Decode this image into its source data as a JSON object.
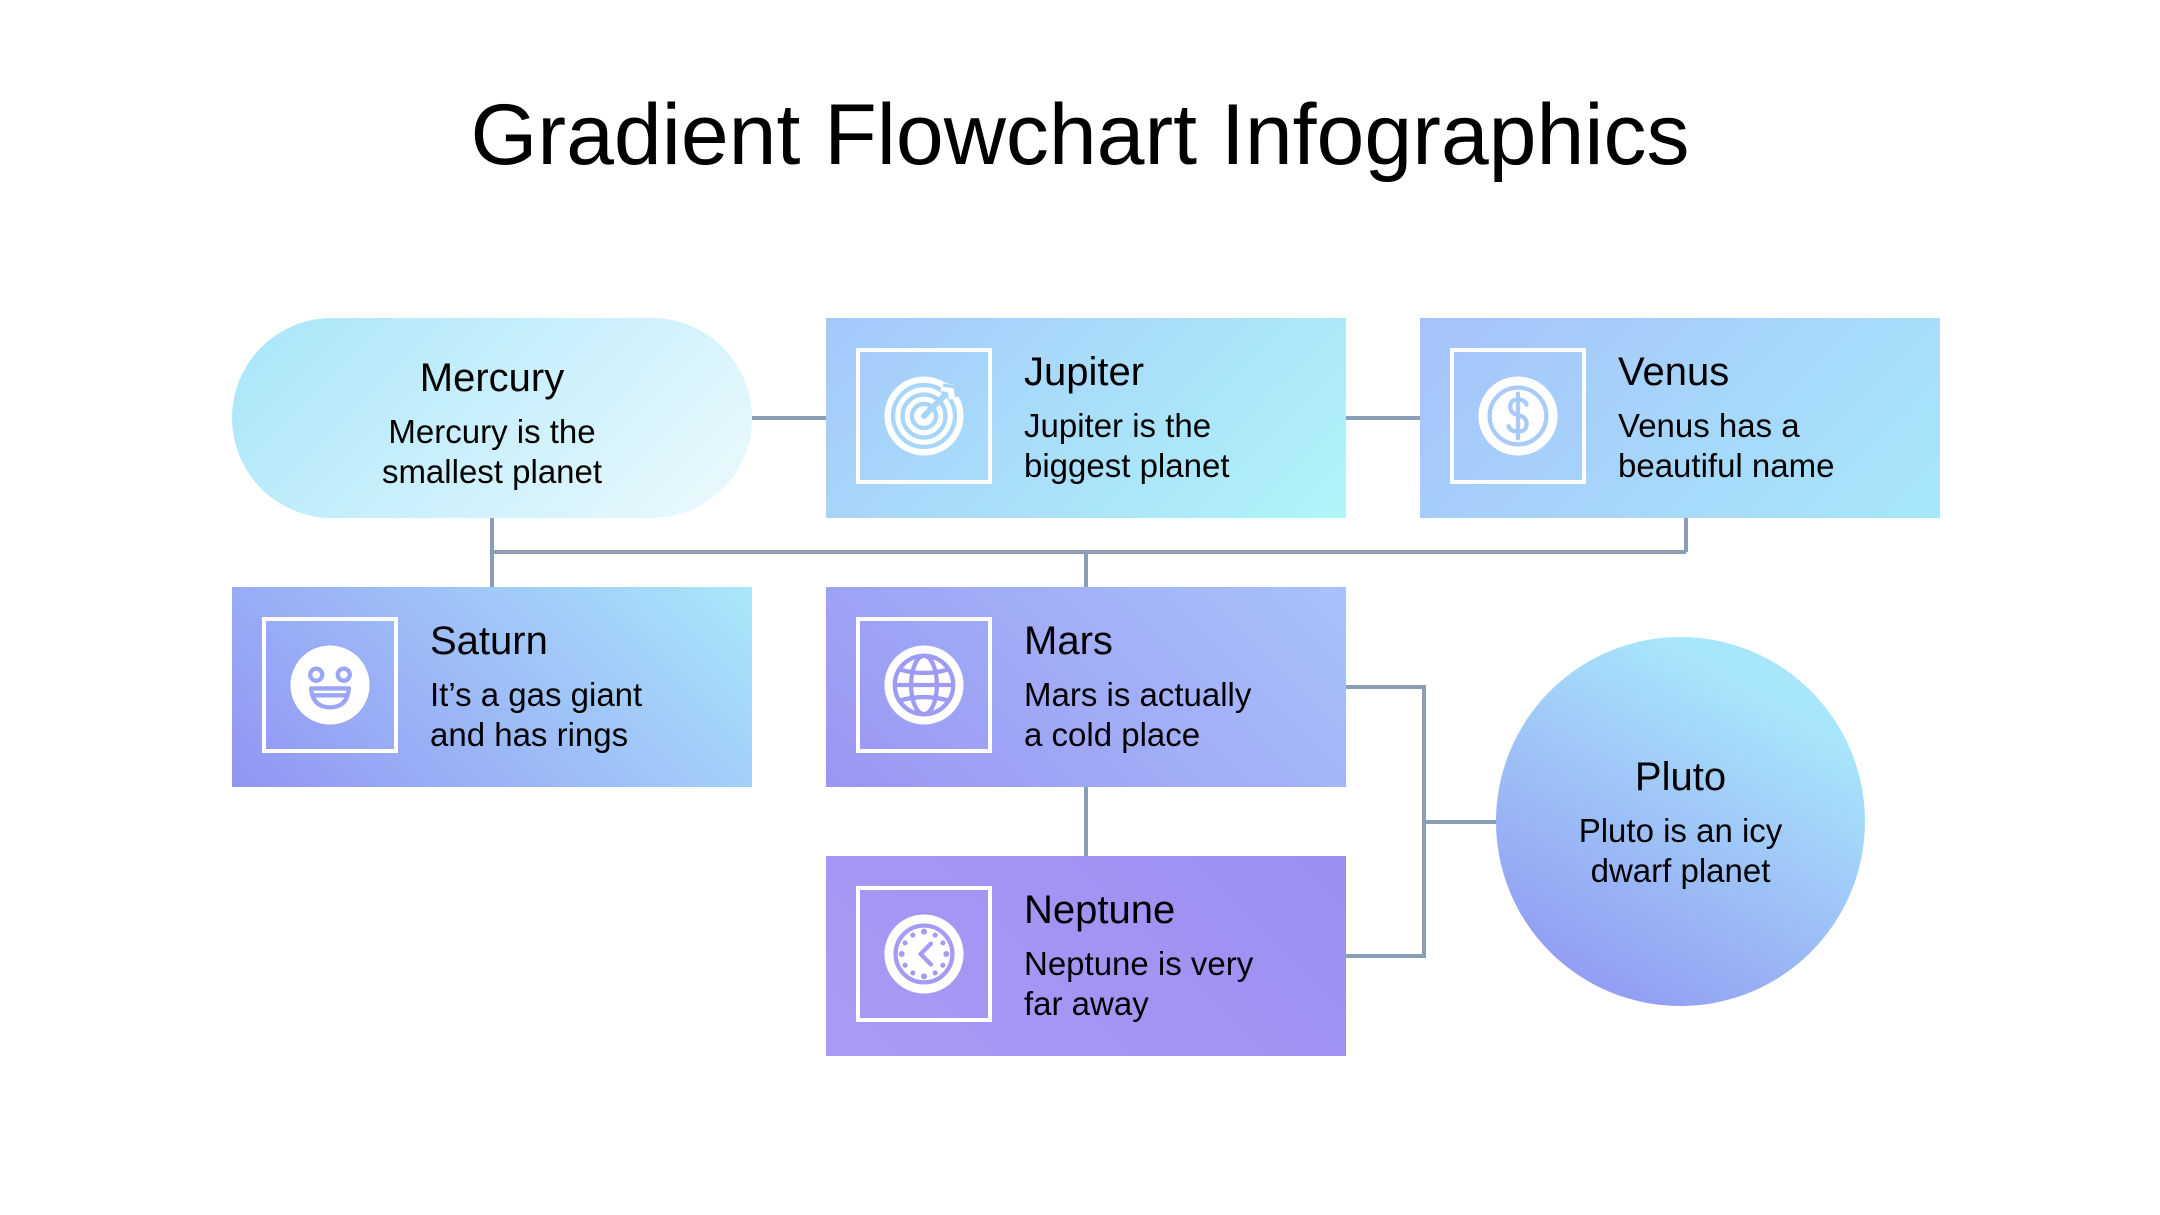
{
  "title": "Gradient Flowchart Infographics",
  "nodes": {
    "mercury": {
      "name": "Mercury",
      "desc1": "Mercury is the",
      "desc2": "smallest planet"
    },
    "jupiter": {
      "name": "Jupiter",
      "desc1": "Jupiter is the",
      "desc2": "biggest planet",
      "icon": "target-icon"
    },
    "venus": {
      "name": "Venus",
      "desc1": "Venus has a",
      "desc2": "beautiful name",
      "icon": "dollar-coin-icon"
    },
    "saturn": {
      "name": "Saturn",
      "desc1": "It’s a gas giant",
      "desc2": "and has rings",
      "icon": "smiley-face-icon"
    },
    "mars": {
      "name": "Mars",
      "desc1": "Mars is actually",
      "desc2": "a cold place",
      "icon": "globe-icon"
    },
    "neptune": {
      "name": "Neptune",
      "desc1": "Neptune is very",
      "desc2": "far away",
      "icon": "clock-icon"
    },
    "pluto": {
      "name": "Pluto",
      "desc1": "Pluto is an icy",
      "desc2": "dwarf planet"
    }
  },
  "colors": {
    "connector": "#8a9fb5",
    "icon": "#ffffff"
  }
}
